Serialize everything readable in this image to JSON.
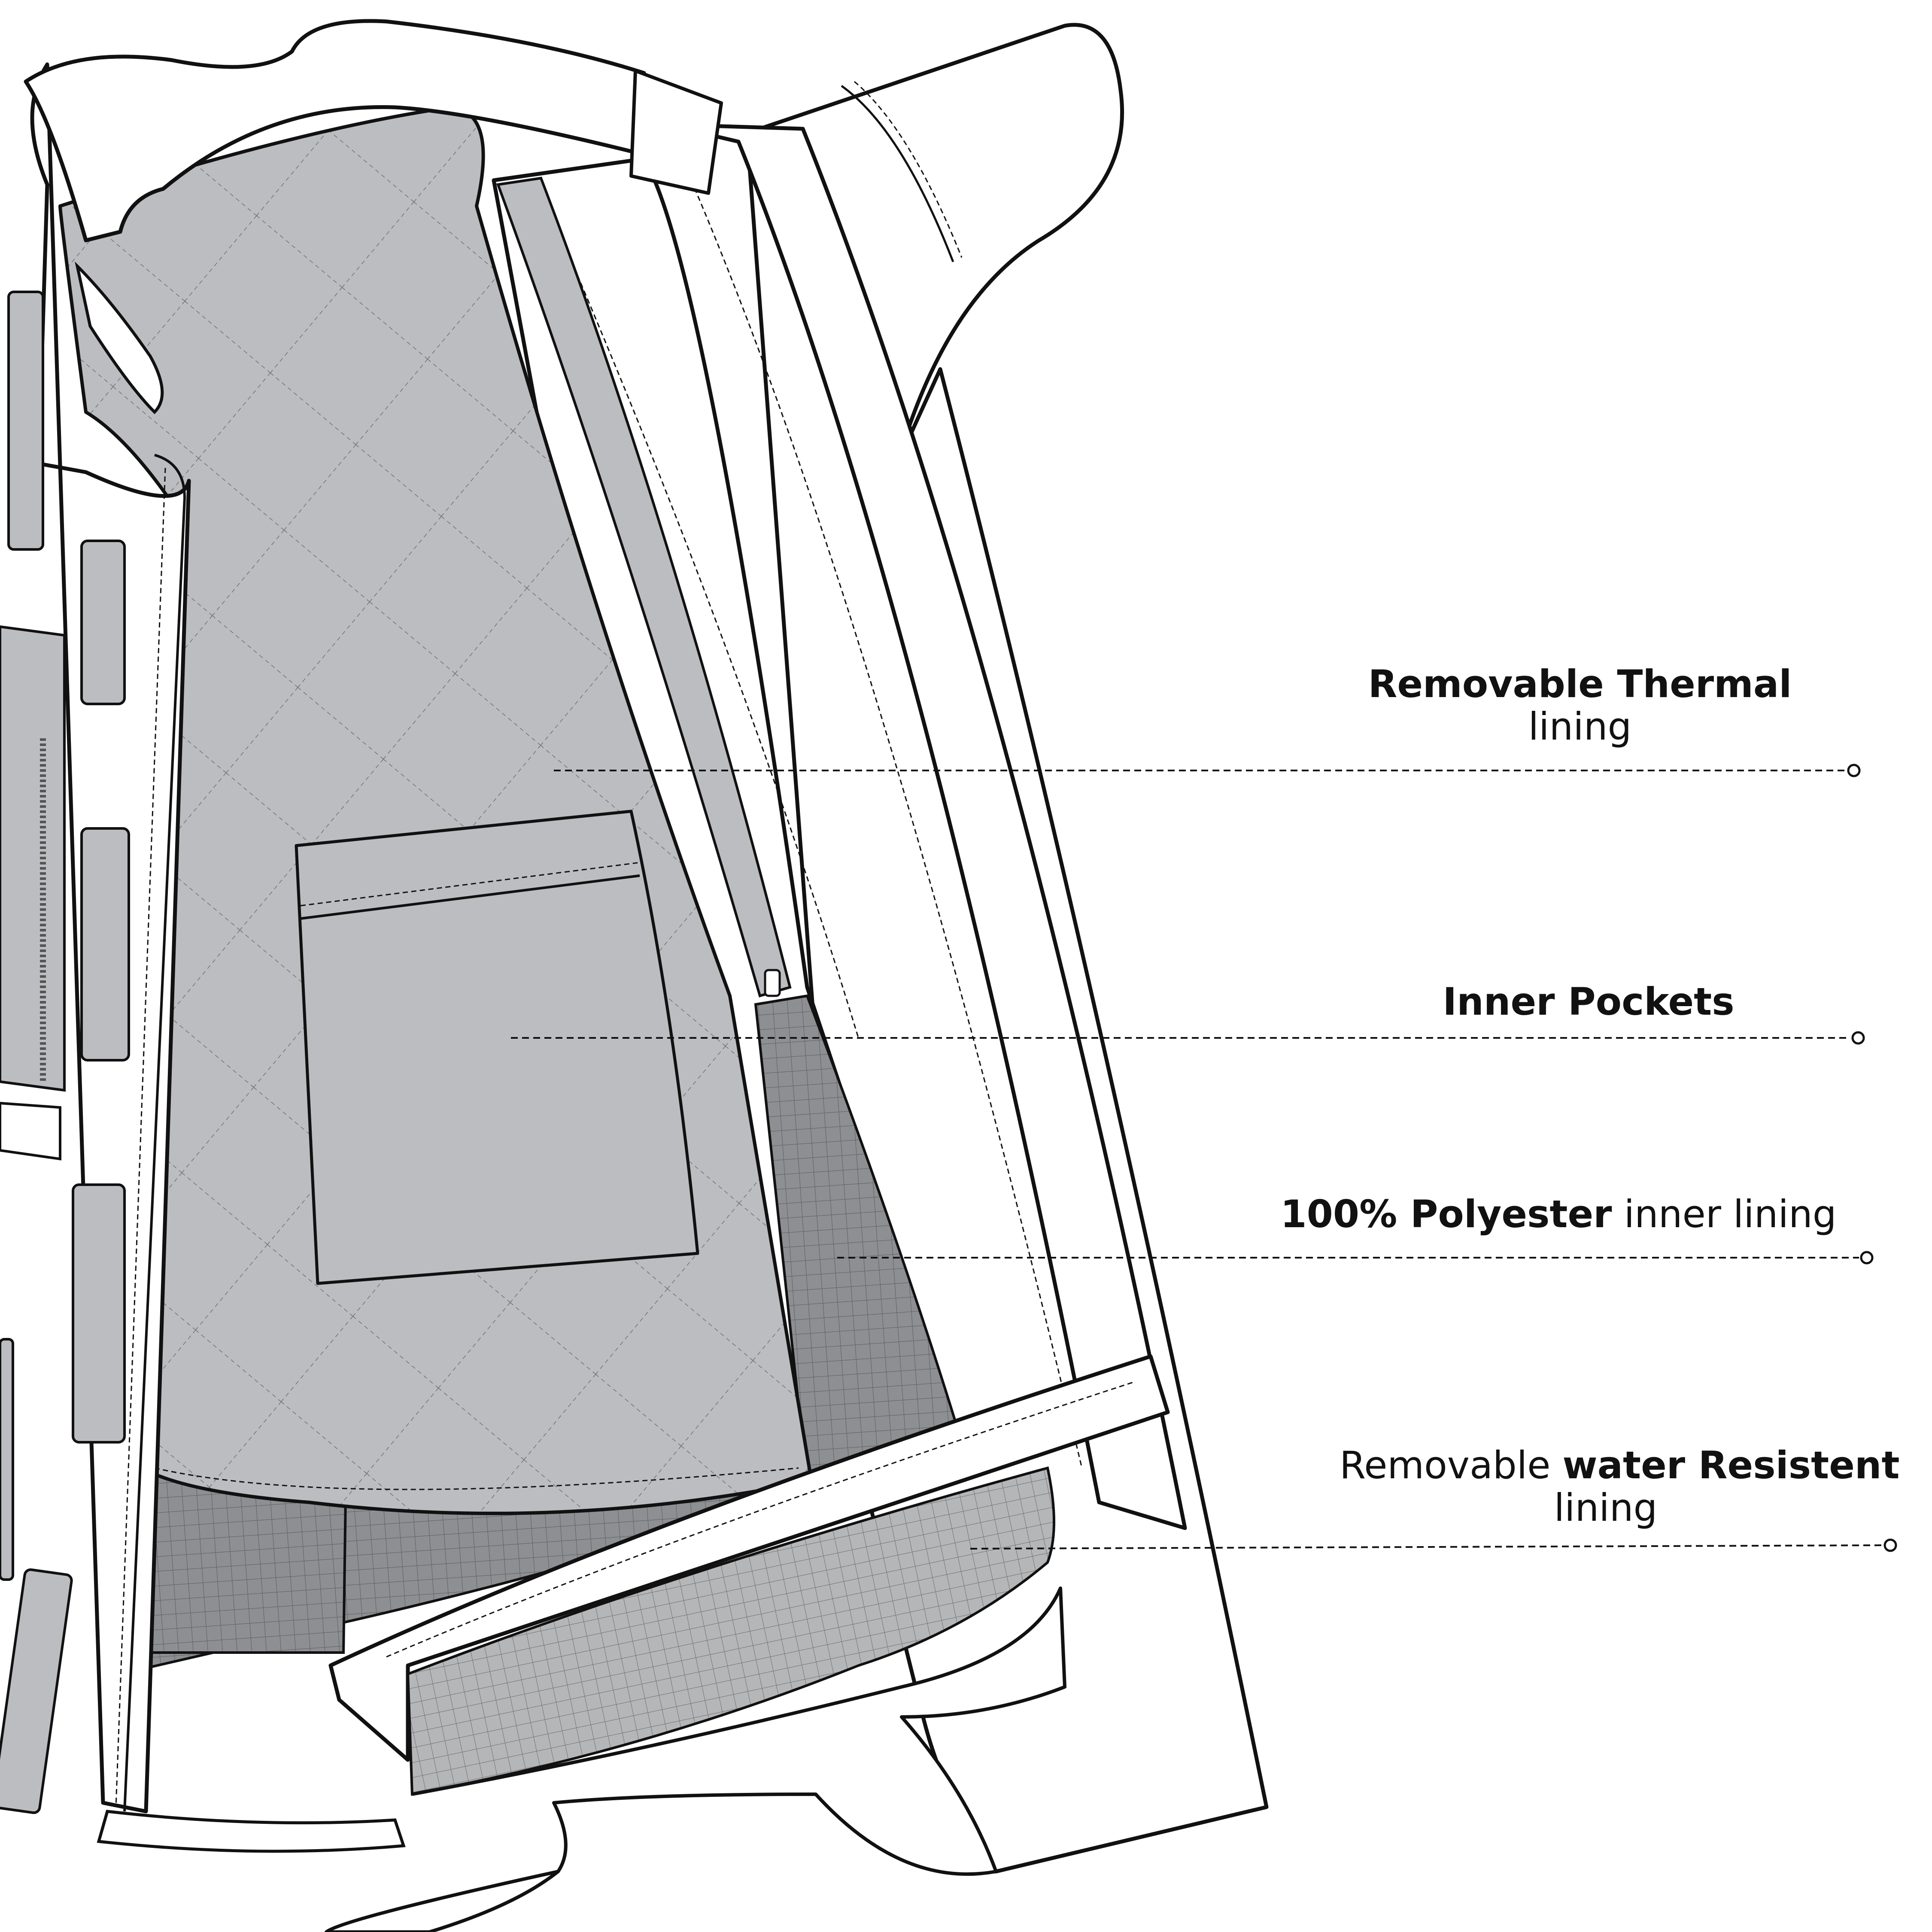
{
  "callouts": [
    {
      "bold": "Removable  Thermal",
      "regular": "",
      "line2": "lining"
    },
    {
      "bold": "Inner Pockets",
      "regular": "",
      "line2": ""
    },
    {
      "bold": "100% Polyester",
      "regular": " inner lining",
      "line2": ""
    },
    {
      "pre": "Removable ",
      "bold": "water Resistent",
      "line2": "lining"
    }
  ],
  "colors": {
    "outline": "#111111",
    "thermal": "#bcbdc0",
    "mesh": "#8e8f92",
    "mesh_light": "#b5b6b8",
    "fabric": "#ffffff"
  }
}
